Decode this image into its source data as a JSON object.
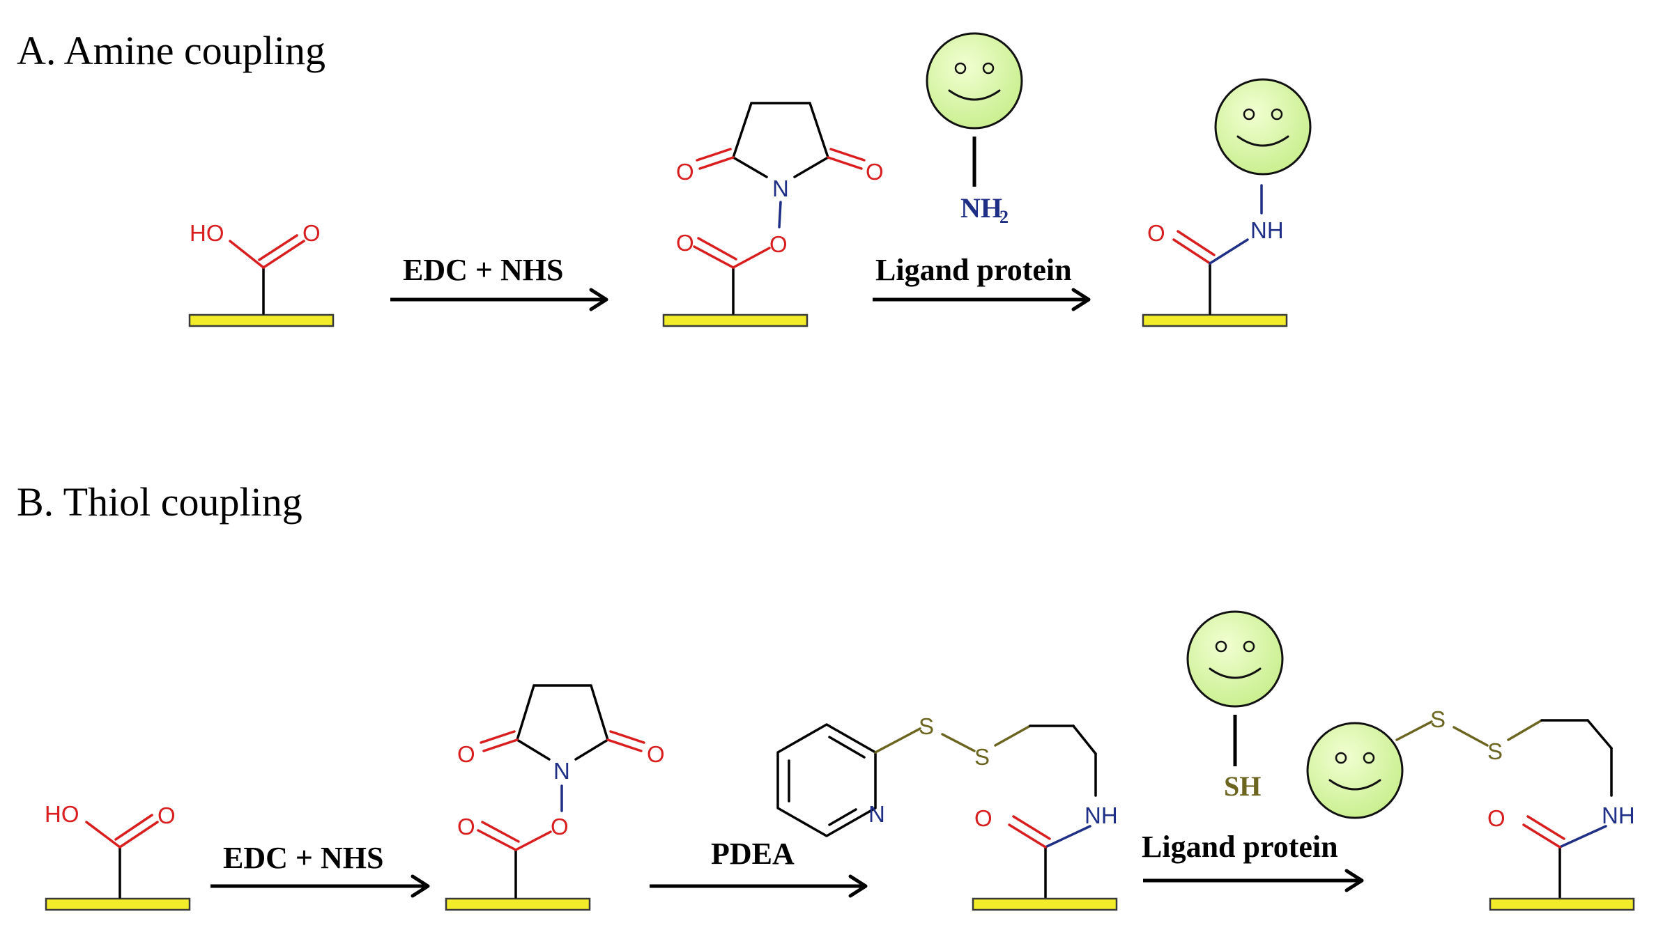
{
  "sections": {
    "amine": {
      "title": "A.  Amine coupling"
    },
    "thiol": {
      "title": "B. Thiol coupling"
    }
  },
  "reagents": {
    "a_step1": "EDC + NHS",
    "a_step2": "Ligand protein",
    "b_step1": "EDC + NHS",
    "b_step2": "PDEA",
    "b_step3": "Ligand protein"
  },
  "atoms": {
    "ho": "HO",
    "o": "O",
    "n": "N",
    "nh": "NH",
    "s": "S",
    "nh2": "NH",
    "nh2_subscript": "2",
    "sh": "SH"
  },
  "colors": {
    "surface": "#f2ec2a",
    "oxygen": "#d81e1e",
    "nitrogen": "#1f2f86",
    "sulfur": "#6b6520",
    "face": "#d9f5a8"
  },
  "icons": {
    "ligand": "smiley-face-icon"
  }
}
